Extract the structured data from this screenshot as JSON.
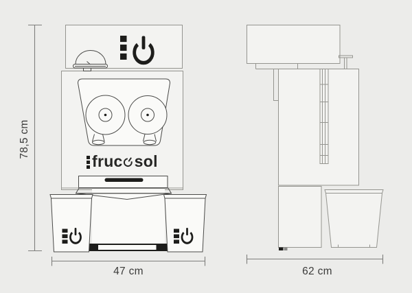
{
  "dimensions": {
    "height": "78,5 cm",
    "front_width": "47 cm",
    "side_depth": "62 cm"
  },
  "logo": {
    "name": "frucosol",
    "prefix": "fruc",
    "suffix": "sol"
  },
  "icons": {
    "power": "power-icon",
    "squares": "squares-icon",
    "lid": "dome-lid"
  },
  "colors": {
    "background": "#ECECEA",
    "outline": "#94948F",
    "detail": "#4A4A48",
    "dark": "#1D1D1B",
    "surface": "#F3F3F1",
    "surface_light": "#FAFAF8",
    "text": "#3B3B3A"
  }
}
